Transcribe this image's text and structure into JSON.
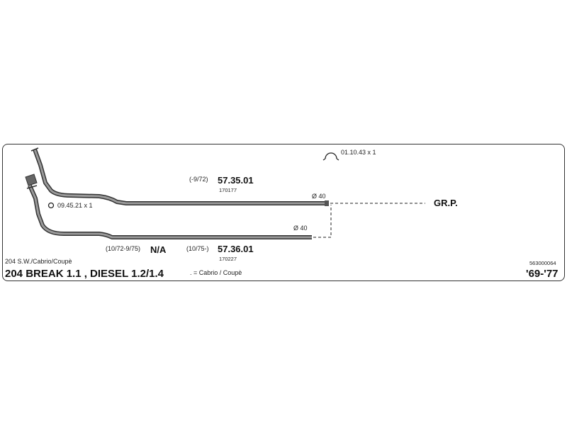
{
  "title": "204 BREAK 1.1 , DIESEL 1.2/1.4",
  "years": "'69-'77",
  "subtitle": "204 S.W./Cabrio/Coupè",
  "doc_number": "563000064",
  "cabrio_note": ". = Cabrio / Coupè",
  "clamp": {
    "code": "01.10.43 x 1",
    "icon": "clamp-icon"
  },
  "gasket": {
    "code": "09.45.21 x 1",
    "icon": "ring-icon"
  },
  "grp_label": "GR.P.",
  "na_label": "N/A",
  "na_range": "(10/72-9/75)",
  "pipes": [
    {
      "range": "(-9/72)",
      "code": "57.35.01",
      "ref": "170177",
      "diameter": "Ø 40"
    },
    {
      "range": "(10/75-)",
      "code": "57.36.01",
      "ref": "170227",
      "diameter": "Ø 40"
    }
  ],
  "colors": {
    "line": "#333333",
    "pipe_fill": "#8a8a8a",
    "dashed": "#222222"
  }
}
